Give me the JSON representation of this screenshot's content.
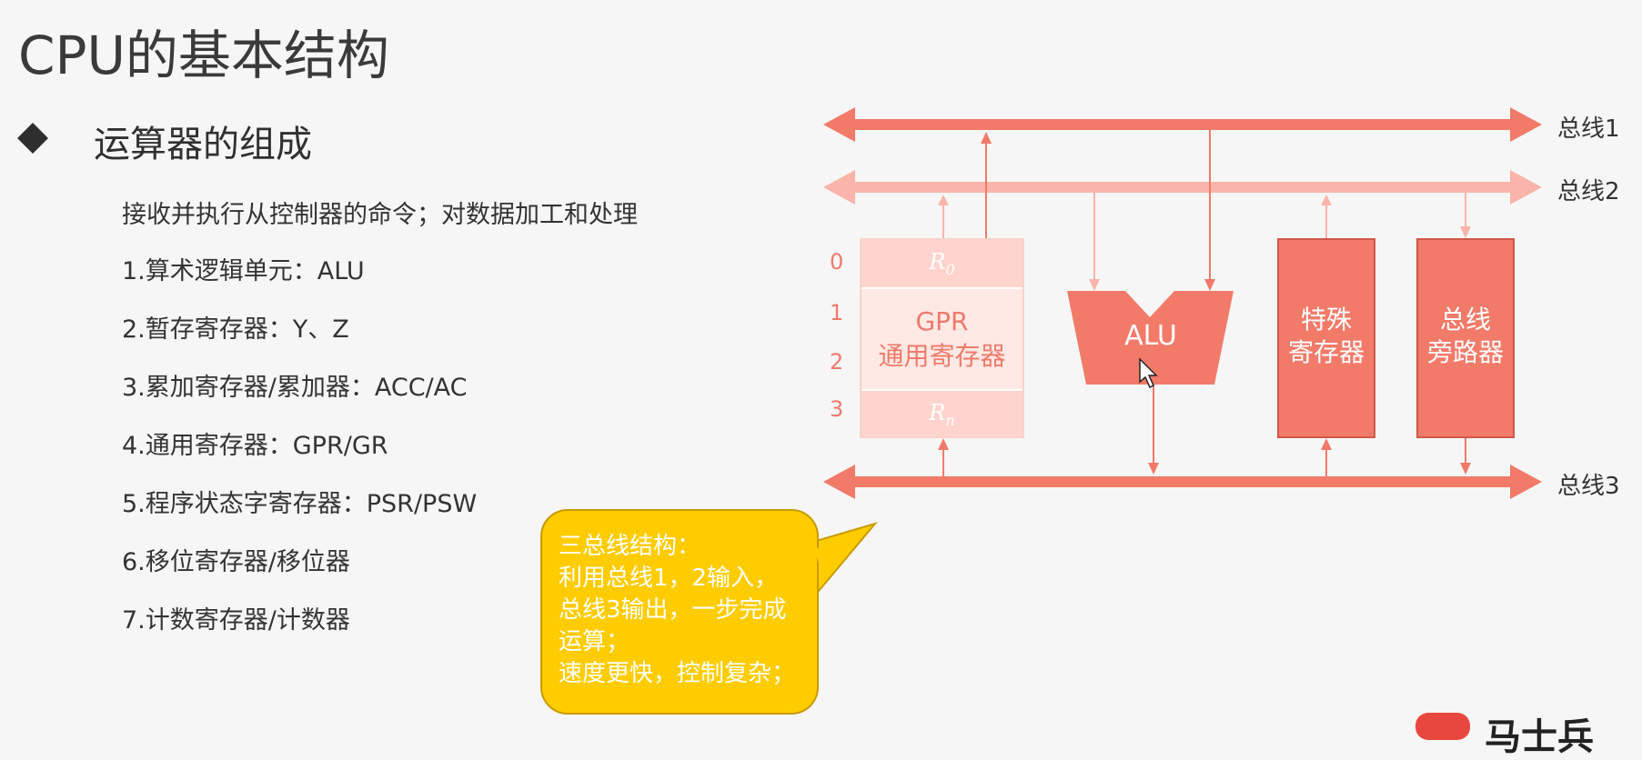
{
  "title": "CPU的基本结构",
  "section": {
    "heading": "运算器的组成",
    "intro": "接收并执行从控制器的命令；对数据加工和处理",
    "items": [
      "1.算术逻辑单元：ALU",
      "2.暂存寄存器：Y、Z",
      "3.累加寄存器/累加器：ACC/AC",
      "4.通用寄存器：GPR/GR",
      "5.程序状态字寄存器：PSR/PSW",
      "6.移位寄存器/移位器",
      "7.计数寄存器/计数器"
    ]
  },
  "callout": {
    "lines": [
      "三总线结构：",
      "利用总线1，2输入，",
      "总线3输出，一步完成运算；",
      "速度更快，控制复杂；"
    ]
  },
  "diagram": {
    "buses": [
      "总线1",
      "总线2",
      "总线3"
    ],
    "register_indices": [
      "0",
      "1",
      "2",
      "3"
    ],
    "gpr": {
      "top_symbol": "R",
      "top_subscript": "0",
      "line1": "GPR",
      "line2": "通用寄存器",
      "bottom_symbol": "R",
      "bottom_subscript": "n"
    },
    "alu": "ALU",
    "special_register": [
      "特殊",
      "寄存器"
    ],
    "bus_bypass": [
      "总线",
      "旁路器"
    ],
    "colors": {
      "bus_dark": "#f27a69",
      "bus_light": "#fbb4a9",
      "unit_fill": "#f27a69",
      "gpr_fill": "#ffe9e5",
      "callout_fill": "#ffcc00"
    }
  },
  "logo": {
    "text": "马士兵"
  }
}
